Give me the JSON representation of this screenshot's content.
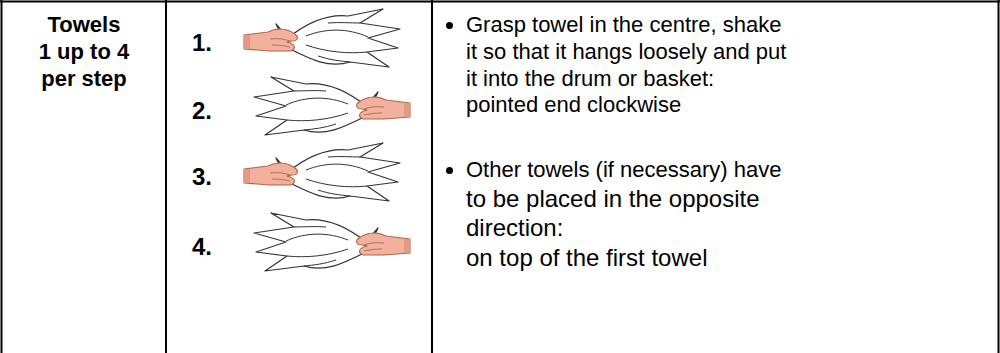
{
  "diagram": {
    "labels": [
      "Towels",
      "1 up to 4",
      "per step",
      "1.",
      "2.",
      "3.",
      "4.",
      "Grasp towel in the centre, shake it so that it hangs loosely and put it into the drum or basket: pointed end clockwise",
      "Other towels (if necessary) have",
      "to be placed in the opposite direction:",
      "on top of the first towel"
    ]
  }
}
